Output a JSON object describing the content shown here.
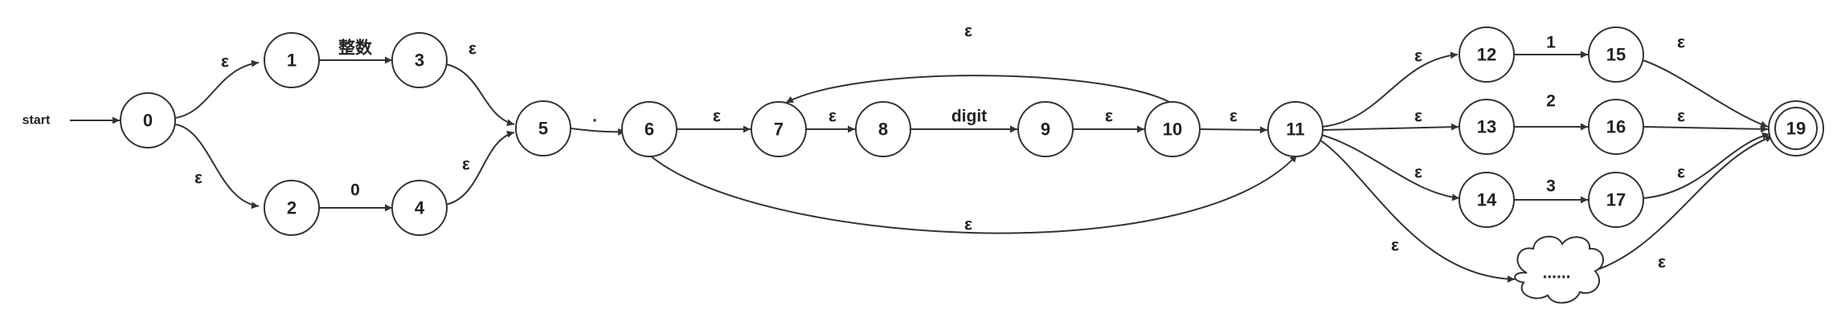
{
  "diagram": {
    "start_label": "start",
    "nodes": {
      "n0": "0",
      "n1": "1",
      "n2": "2",
      "n3": "3",
      "n4": "4",
      "n5": "5",
      "n6": "6",
      "n7": "7",
      "n8": "8",
      "n9": "9",
      "n10": "10",
      "n11": "11",
      "n12": "12",
      "n13": "13",
      "n14": "14",
      "n15": "15",
      "n16": "16",
      "n17": "17",
      "n19": "19",
      "cloud": "......"
    },
    "edges": {
      "e0_1": "ε",
      "e0_2": "ε",
      "e1_3": "整数",
      "e2_4": "0",
      "e3_5": "ε",
      "e4_5": "ε",
      "e5_6": ".",
      "e6_7": "ε",
      "e7_8": "ε",
      "e8_9": "digit",
      "e9_10": "ε",
      "e10_7": "ε",
      "e10_11": "ε",
      "e6_11": "ε",
      "e11_12": "ε",
      "e11_13": "ε",
      "e11_14": "ε",
      "e11_cloud": "ε",
      "e12_15": "1",
      "e13_16": "2",
      "e14_17": "3",
      "e15_19": "ε",
      "e16_19": "ε",
      "e17_19": "ε",
      "ecloud_19": "ε"
    },
    "accepting_state": "19"
  }
}
